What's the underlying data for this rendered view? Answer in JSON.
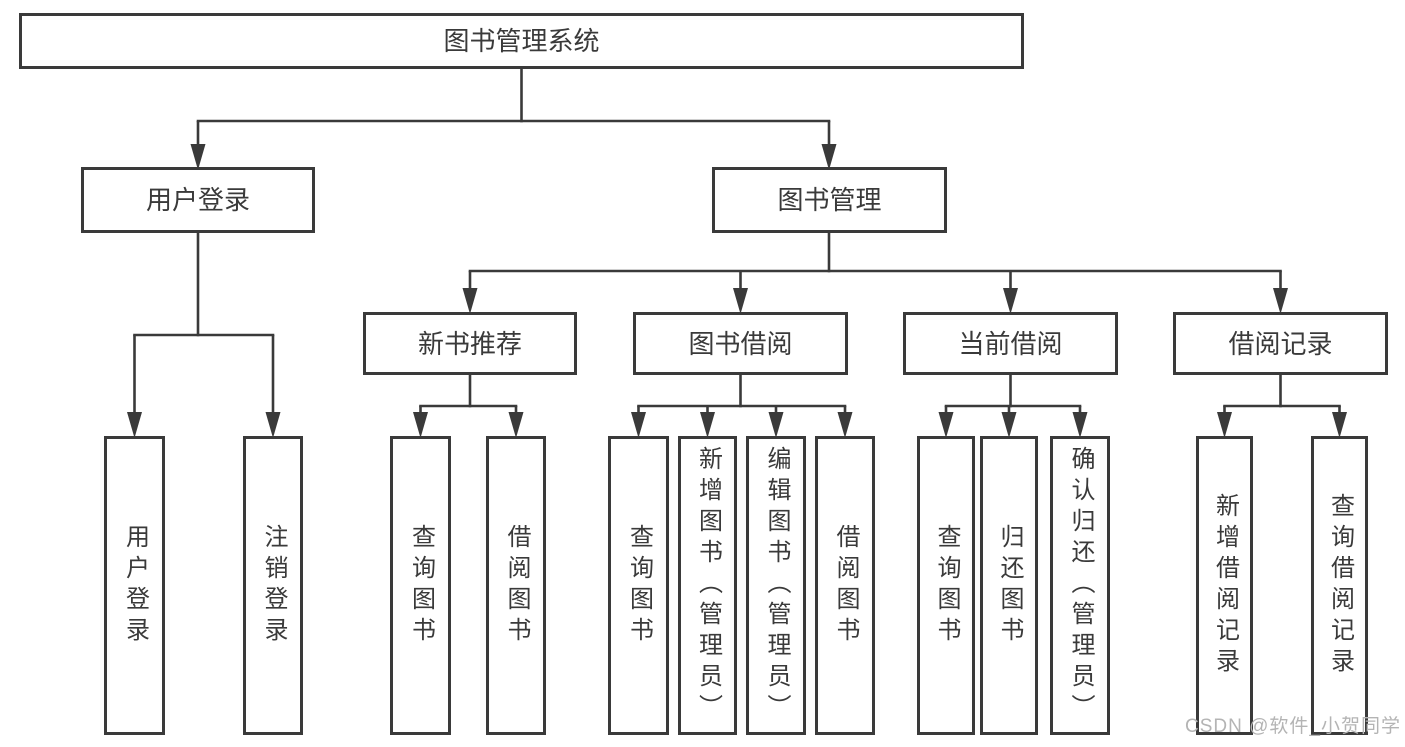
{
  "diagram": {
    "title_node": "图书管理系统",
    "level2": [
      {
        "label": "用户登录"
      },
      {
        "label": "图书管理"
      }
    ],
    "level3": [
      {
        "label": "新书推荐"
      },
      {
        "label": "图书借阅"
      },
      {
        "label": "当前借阅"
      },
      {
        "label": "借阅记录"
      }
    ],
    "leaves": [
      {
        "parent": "用户登录",
        "label": "用户登录"
      },
      {
        "parent": "用户登录",
        "label": "注销登录"
      },
      {
        "parent": "新书推荐",
        "label": "查询图书"
      },
      {
        "parent": "新书推荐",
        "label": "借阅图书"
      },
      {
        "parent": "图书借阅",
        "label": "查询图书"
      },
      {
        "parent": "图书借阅",
        "label": "新增图书（管理员）"
      },
      {
        "parent": "图书借阅",
        "label": "编辑图书（管理员）"
      },
      {
        "parent": "图书借阅",
        "label": "借阅图书"
      },
      {
        "parent": "当前借阅",
        "label": "查询图书"
      },
      {
        "parent": "当前借阅",
        "label": "归还图书"
      },
      {
        "parent": "当前借阅",
        "label": "确认归还（管理员）"
      },
      {
        "parent": "借阅记录",
        "label": "新增借阅记录"
      },
      {
        "parent": "借阅记录",
        "label": "查询借阅记录"
      }
    ]
  },
  "watermark": {
    "text": "CSDN @软件_小贺同学"
  },
  "colors": {
    "line": "#3a3a3a",
    "text": "#3a3a3a",
    "watermark": "#b4b4b4",
    "background": "#ffffff"
  }
}
